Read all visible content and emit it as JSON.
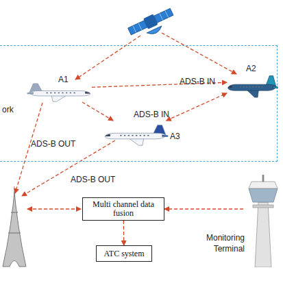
{
  "diagram": {
    "nodes": [
      {
        "text": [
          "ork"
        ]
      },
      {
        "text": [
          "A1"
        ],
        "in": 0
      },
      {
        "text": [
          "A2"
        ],
        "in": 0
      },
      {
        "text": [
          "A3"
        ],
        "in": 0
      },
      {
        "text": [
          "Multi channel data fusion"
        ]
      },
      {
        "text": [
          "ATC system"
        ]
      },
      {
        "text": [
          "Monitoring Terminal"
        ]
      }
    ],
    "edges": [
      {
        "from": 1,
        "to": 2,
        "arrow": "to",
        "label": "ADS-B IN"
      },
      {
        "from": 1,
        "to": 3,
        "arrow": "to"
      },
      {
        "from": 3,
        "to": 2,
        "arrow": "both",
        "label": "ADS-B IN"
      },
      {
        "from": 6,
        "to": 4,
        "arrow": "to"
      },
      {
        "from": 4,
        "to": 5,
        "arrow": "to"
      }
    ],
    "labels": [
      "ADS-B OUT",
      "ADS-B OUT"
    ]
  }
}
